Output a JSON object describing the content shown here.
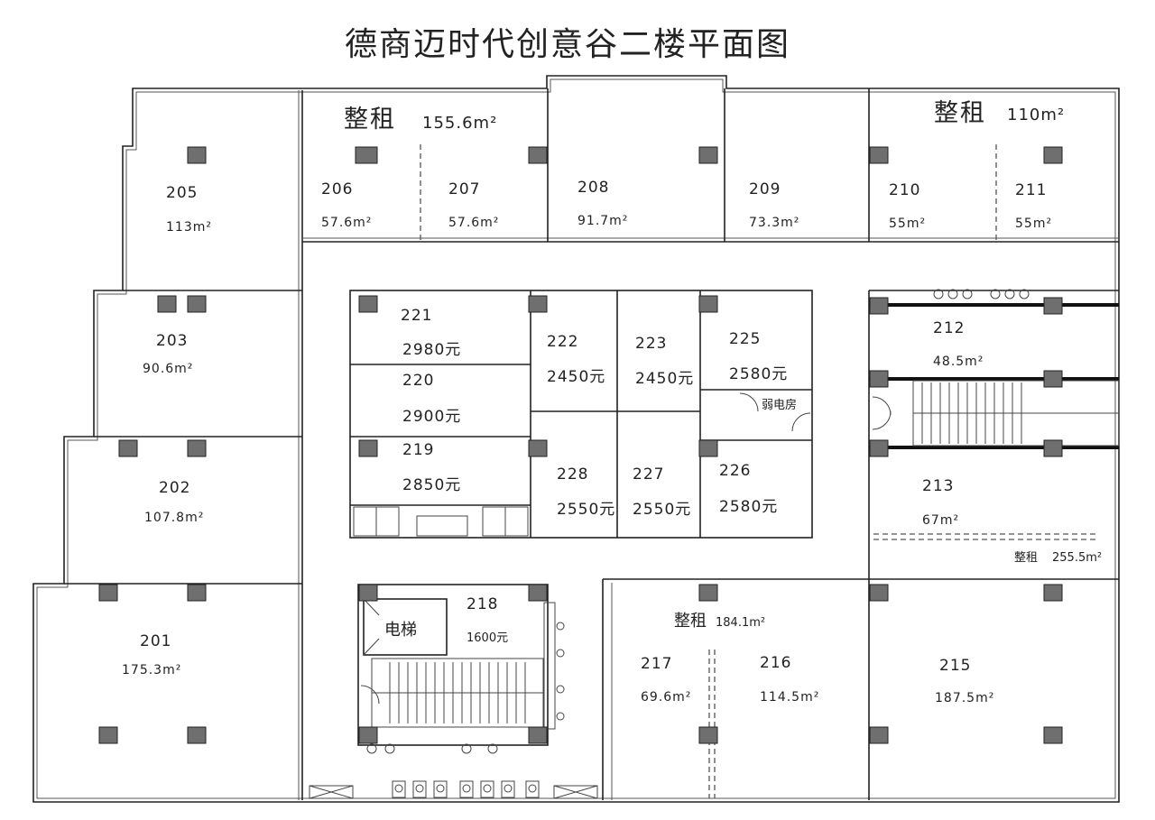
{
  "title": "德商迈时代创意谷二楼平面图",
  "rooms": {
    "r201": {
      "no": "201",
      "area": "175.3m²"
    },
    "r202": {
      "no": "202",
      "area": "107.8m²"
    },
    "r203": {
      "no": "203",
      "area": "90.6m²"
    },
    "r205": {
      "no": "205",
      "area": "113m²"
    },
    "r206": {
      "no": "206",
      "area": "57.6m²"
    },
    "r207": {
      "no": "207",
      "area": "57.6m²"
    },
    "r208": {
      "no": "208",
      "area": "91.7m²"
    },
    "r209": {
      "no": "209",
      "area": "73.3m²"
    },
    "r210": {
      "no": "210",
      "area": "55m²"
    },
    "r211": {
      "no": "211",
      "area": "55m²"
    },
    "r212": {
      "no": "212",
      "area": "48.5m²"
    },
    "r213": {
      "no": "213",
      "area": "67m²"
    },
    "r215": {
      "no": "215",
      "area": "187.5m²"
    },
    "r216": {
      "no": "216",
      "area": "114.5m²"
    },
    "r217": {
      "no": "217",
      "area": "69.6m²"
    },
    "r218": {
      "no": "218",
      "price": "1600元"
    },
    "r219": {
      "no": "219",
      "price": "2850元"
    },
    "r220": {
      "no": "220",
      "price": "2900元"
    },
    "r221": {
      "no": "221",
      "price": "2980元"
    },
    "r222": {
      "no": "222",
      "price": "2450元"
    },
    "r223": {
      "no": "223",
      "price": "2450元"
    },
    "r225": {
      "no": "225",
      "price": "2580元"
    },
    "r226": {
      "no": "226",
      "price": "2580元"
    },
    "r227": {
      "no": "227",
      "price": "2550元"
    },
    "r228": {
      "no": "228",
      "price": "2550元"
    }
  },
  "whole_rent": {
    "label": "整租",
    "a": "155.6m²",
    "b": "110m²",
    "c": "255.5m²",
    "d": "184.1m²"
  },
  "labels": {
    "elevator": "电梯",
    "weak_current_room": "弱电房"
  }
}
